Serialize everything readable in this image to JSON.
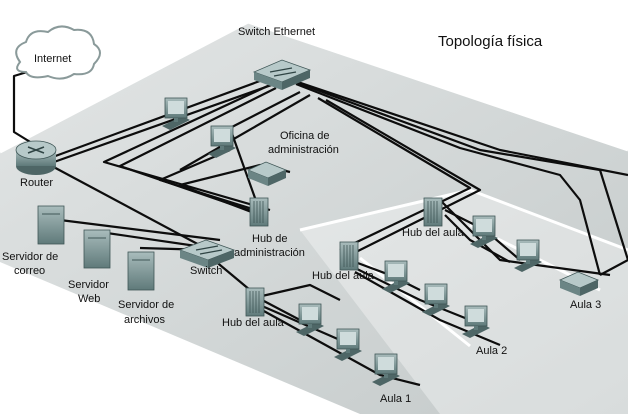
{
  "title": "Topología física",
  "internet_label": "Internet",
  "switch_ethernet_label": "Switch Ethernet",
  "router_label": "Router",
  "switch_label": "Switch",
  "oficina_label": [
    "Oficina de",
    "administración"
  ],
  "hub_admin_label": [
    "Hub de",
    "administración"
  ],
  "servidor_correo_label": [
    "Servidor de",
    "correo"
  ],
  "servidor_web_label": [
    "Servidor",
    "Web"
  ],
  "servidor_archivos_label": [
    "Servidor de",
    "archivos"
  ],
  "hub_aula_label": "Hub del aula",
  "aula1_label": "Aula 1",
  "aula2_label": "Aula 2",
  "aula3_label": "Aula 3",
  "colors": {
    "floor_light": "#d9dcdc",
    "floor_dark": "#b9bfbf",
    "device": "#7f9a9a",
    "cable": "#0d0d0d"
  },
  "icons": [
    "cloud-icon",
    "router-icon",
    "switch-icon",
    "hub-icon",
    "server-icon",
    "pc-icon"
  ]
}
